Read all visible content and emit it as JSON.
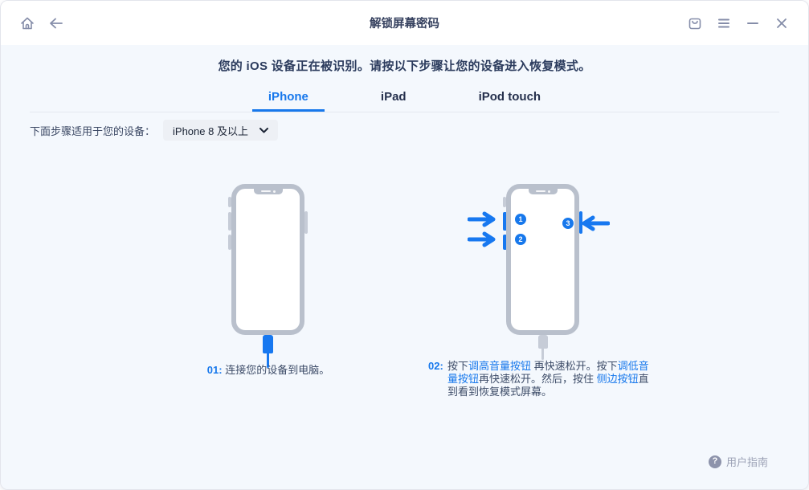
{
  "titlebar": {
    "title": "解锁屏幕密码"
  },
  "header": {
    "instruction": "您的 iOS 设备正在被识别。请按以下步骤让您的设备进入恢复模式。"
  },
  "tabs": [
    {
      "label": "iPhone",
      "active": true
    },
    {
      "label": "iPad",
      "active": false
    },
    {
      "label": "iPod touch",
      "active": false
    }
  ],
  "device_selector": {
    "label": "下面步骤适用于您的设备：",
    "value": "iPhone 8 及以上"
  },
  "steps": [
    {
      "number": "01:",
      "segments": [
        {
          "text": " 连接您的设备到电脑。",
          "highlight": false
        }
      ]
    },
    {
      "number": "02:",
      "segments": [
        {
          "text": "按下",
          "highlight": false
        },
        {
          "text": "调高音量按钮",
          "highlight": true
        },
        {
          "text": " 再快速松开。按下",
          "highlight": false
        },
        {
          "text": "调低音量按钮",
          "highlight": true
        },
        {
          "text": "再快速松开。然后，按住 ",
          "highlight": false
        },
        {
          "text": "侧边按钮",
          "highlight": true
        },
        {
          "text": "直到看到恢复模式屏幕。",
          "highlight": false
        }
      ],
      "badges": [
        "1",
        "2",
        "3"
      ]
    }
  ],
  "footer": {
    "help_icon": "?",
    "help_label": "用户指南"
  },
  "colors": {
    "accent": "#1778ec",
    "phone_outline": "#b9c0cc",
    "content_background": "#f4f8fd"
  }
}
